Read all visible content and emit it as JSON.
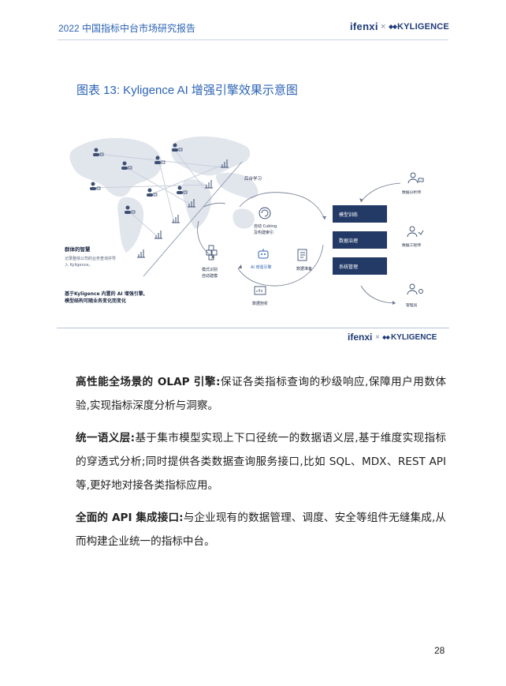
{
  "header": {
    "title": "2022 中国指标中台市场研究报告",
    "brand_ifenxi": "ifenxi",
    "brand_sep": "×",
    "brand_kyligence": "KYLIGENCE"
  },
  "figure": {
    "caption": "图表 13:  Kyligence AI 增强引擎效果示意图",
    "labels": {
      "background_learning": "后台学习",
      "auto_cubing": "自动 Cubing",
      "auto_cubing_2": "及构建索引",
      "pattern_recognition": "模式识别",
      "pattern_recognition_2": "自动建模",
      "ai_engine": "AI 增强引擎",
      "data_prep": "数据准备",
      "data_profiling": "数据剖析",
      "model_training": "模型训练",
      "data_governance": "数据治理",
      "system_management": "系统管理",
      "data_analyst": "数据分析师",
      "data_engineer": "数据工程师",
      "administrator": "管理员",
      "crowd_wisdom": "群体的智慧",
      "crowd_note_1": "记录整体公司的业务查询并导",
      "crowd_note_2": "入 Kyligence。",
      "summary_1": "基于Kyligence 内置的 AI 增强引擎,",
      "summary_2": "模型结构可随业务变化而变化"
    },
    "brand_ifenxi": "ifenxi",
    "brand_sep": "×",
    "brand_kyligence": "KYLIGENCE"
  },
  "paragraphs": [
    {
      "heading": "高性能全场景的 OLAP 引擎:",
      "text": "保证各类指标查询的秒级响应,保障用户用数体验,实现指标深度分析与洞察。"
    },
    {
      "heading": "统一语义层:",
      "text": "基于集市模型实现上下口径统一的数据语义层,基于维度实现指标的穿透式分析;同时提供各类数据查询服务接口,比如 SQL、MDX、REST API 等,更好地对接各类指标应用。"
    },
    {
      "heading": "全面的 API 集成接口:",
      "text": "与企业现有的数据管理、调度、安全等组件无缝集成,从而构建企业统一的指标中台。"
    }
  ],
  "page_number": "28",
  "colors": {
    "accent_blue": "#2b63b5",
    "navy": "#1f3a78",
    "box_navy": "#233a66",
    "map_gray": "#e1e5ec"
  }
}
